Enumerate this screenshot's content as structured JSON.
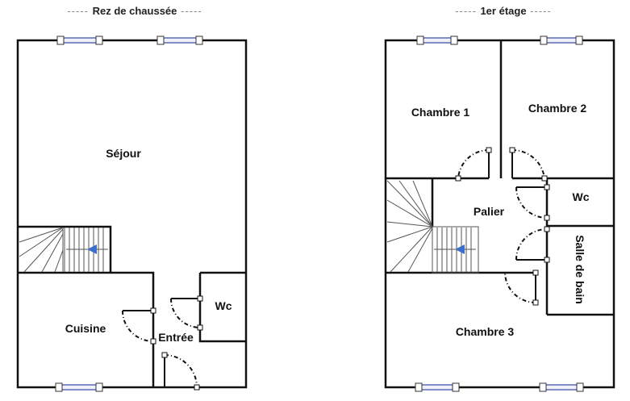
{
  "floors": [
    {
      "title": "Rez de chaussée",
      "rooms": {
        "sejour": "Séjour",
        "cuisine": "Cuisine",
        "entree": "Entrée",
        "wc": "Wc"
      }
    },
    {
      "title": "1er étage",
      "rooms": {
        "chambre1": "Chambre 1",
        "chambre2": "Chambre 2",
        "palier": "Palier",
        "wc": "Wc",
        "salle_de_bain": "Salle de bain",
        "chambre3": "Chambre 3"
      }
    }
  ],
  "colors": {
    "wall": "#111111",
    "window": "#5b6bb0",
    "stair_arrow": "#3a6fd0",
    "stair_line": "#555555",
    "door": "#111111"
  }
}
